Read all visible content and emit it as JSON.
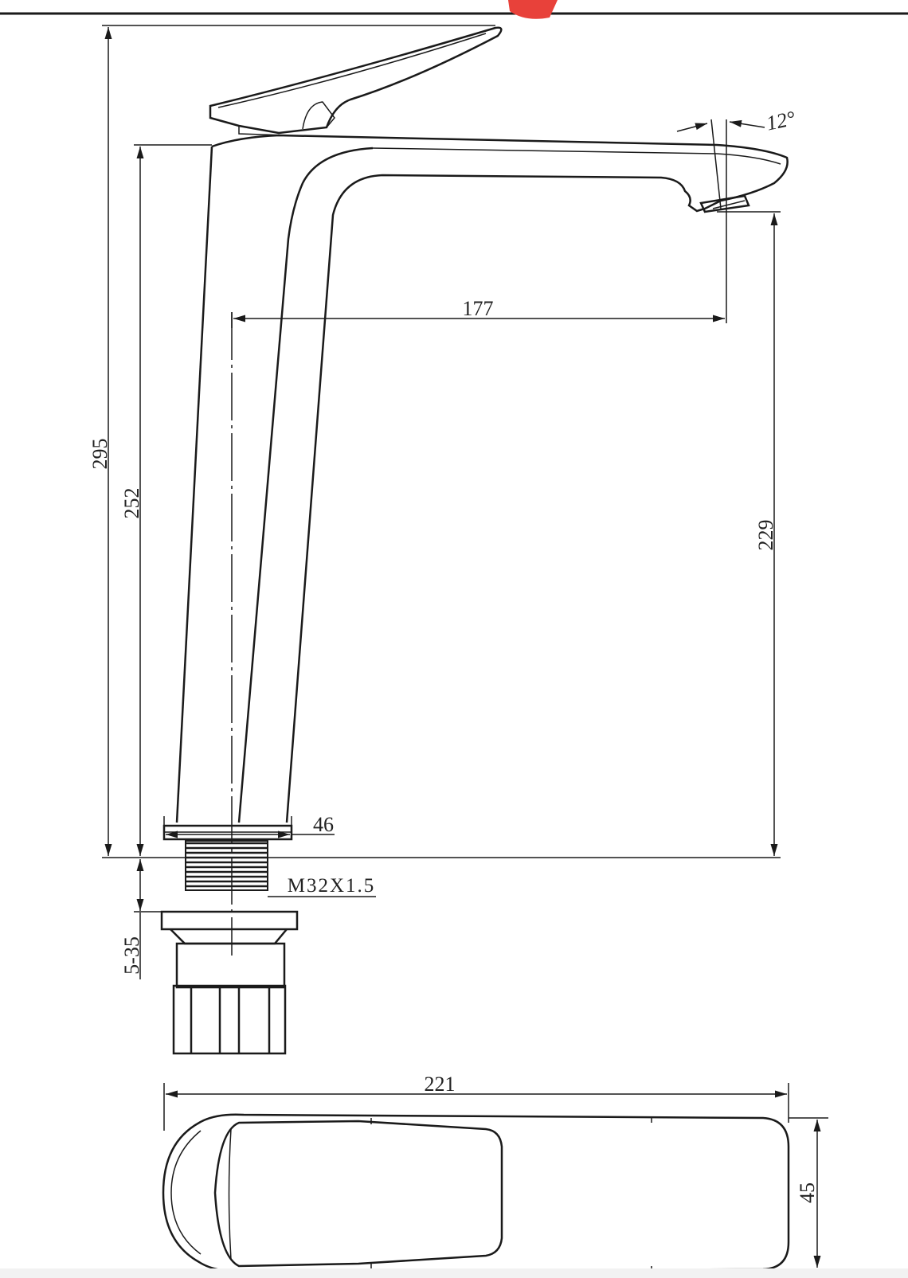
{
  "drawing": {
    "side_view": {
      "total_height": "295",
      "body_height": "252",
      "spout_reach": "177",
      "spout_height": "229",
      "spout_angle": "12°",
      "base_diameter": "46",
      "thread": "M32X1.5",
      "mount_thickness": "5-35"
    },
    "top_view": {
      "length": "221",
      "width": "45"
    }
  },
  "colors": {
    "line": "#1a1a1a",
    "marker": "#e8413a",
    "background": "#ffffff"
  }
}
